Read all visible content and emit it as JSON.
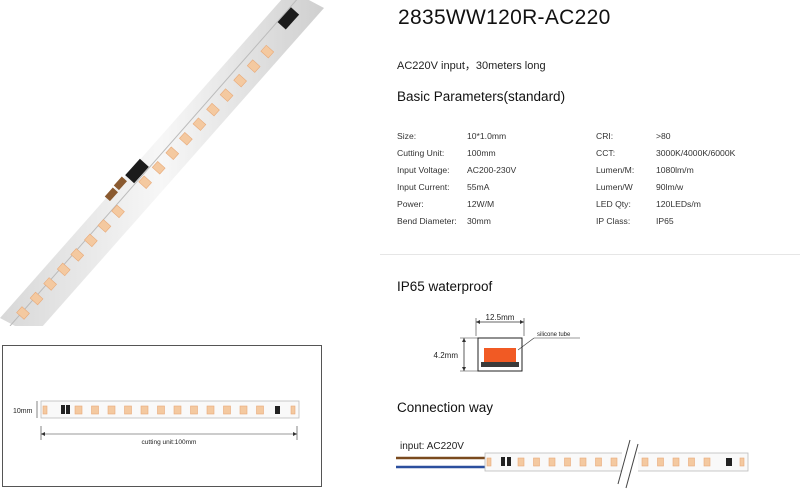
{
  "product": {
    "model": "2835WW120R-AC220",
    "subtitle": "AC220V input，30meters long"
  },
  "basic_parameters": {
    "heading": "Basic Parameters(standard)",
    "left": [
      {
        "label": "Size:",
        "value": "10*1.0mm"
      },
      {
        "label": "Cutting Unit:",
        "value": "100mm"
      },
      {
        "label": "Input Voltage:",
        "value": "AC200-230V"
      },
      {
        "label": "Input Current:",
        "value": "55mA"
      },
      {
        "label": "Power:",
        "value": "12W/M"
      },
      {
        "label": "Bend Diameter:",
        "value": "30mm"
      }
    ],
    "right": [
      {
        "label": "CRI:",
        "value": ">80"
      },
      {
        "label": "CCT:",
        "value": "3000K/4000K/6000K"
      },
      {
        "label": "Lumen/M:",
        "value": "1080lm/m"
      },
      {
        "label": "Lumen/W",
        "value": "90lm/w"
      },
      {
        "label": "LED Qty:",
        "value": "120LEDs/m"
      },
      {
        "label": "IP Class:",
        "value": "IP65"
      }
    ]
  },
  "ip_section": {
    "heading": "IP65 waterproof",
    "width_label": "12.5mm",
    "height_label": "4.2mm",
    "tube_label": "silicone tube"
  },
  "connection": {
    "heading": "Connection way",
    "input_label": "input: AC220V"
  },
  "strip_plan": {
    "width_label": "10mm",
    "cut_label": "cutting unit:100mm"
  },
  "colors": {
    "led": "#f4c9a0",
    "led_chip": "#e8a978",
    "pcb": "#f2f2f2",
    "chip_orange": "#f15a24",
    "wire_brown": "#7a4a1e",
    "wire_blue": "#2b4f9e"
  }
}
